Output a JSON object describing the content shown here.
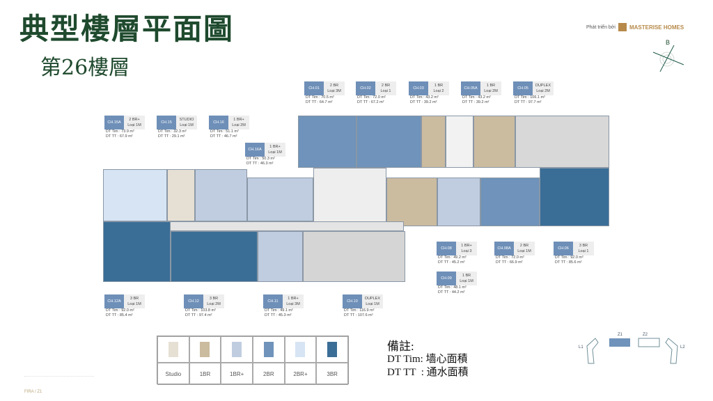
{
  "header": {
    "title": "典型樓層平面圖",
    "subtitle": "第26樓層",
    "developer_prefix": "Phát triển bởi",
    "developer": "MASTERISE HOMES",
    "compass_label": "B"
  },
  "units": [
    {
      "code": "CH.01",
      "type": "2 BR",
      "layout": "Loại 3M",
      "dt_tim": "DT Tim  : 70.5 m²",
      "dt_tt": "DT TT    : 64.7 m²"
    },
    {
      "code": "CH.02",
      "type": "2 BR",
      "layout": "Loại 1",
      "dt_tim": "DT Tim  : 72.0 m²",
      "dt_tt": "DT TT    : 67.2 m²"
    },
    {
      "code": "CH.03",
      "type": "1 BR",
      "layout": "Loại 2",
      "dt_tim": "DT Tim  : 43.2 m²",
      "dt_tt": "DT TT    : 39.2 m²"
    },
    {
      "code": "CH.05A",
      "type": "1 BR",
      "layout": "Loại 2M",
      "dt_tim": "DT Tim  : 43.2 m²",
      "dt_tt": "DT TT    : 39.2 m²"
    },
    {
      "code": "CH.05",
      "type": "DUPLEX",
      "layout": "Loại 2M",
      "dt_tim": "DT Tim  : 106.1 m²",
      "dt_tt": "DT TT    : 97.7 m²"
    },
    {
      "code": "CH.15A",
      "type": "2 BR+",
      "layout": "Loại 1M",
      "dt_tim": "DT Tim  : 73.9 m²",
      "dt_tt": "DT TT    : 67.9 m²"
    },
    {
      "code": "CH.15",
      "type": "STUDIO",
      "layout": "Loại 1M",
      "dt_tim": "DT Tim  : 32.3 m²",
      "dt_tt": "DT TT    : 29.1 m²"
    },
    {
      "code": "CH.16",
      "type": "1 BR+",
      "layout": "Loại 2M",
      "dt_tim": "DT Tim  : 51.1 m²",
      "dt_tt": "DT TT    : 46.7 m²"
    },
    {
      "code": "CH.16A",
      "type": "1 BR+",
      "layout": "Loại 1M",
      "dt_tim": "DT Tim  : 50.3 m²",
      "dt_tt": "DT TT    : 46.3 m²"
    },
    {
      "code": "CH.08",
      "type": "1 BR+",
      "layout": "Loại 3",
      "dt_tim": "DT Tim  : 49.2 m²",
      "dt_tt": "DT TT    : 45.2 m²"
    },
    {
      "code": "CH.08A",
      "type": "2 BR",
      "layout": "Loại 1M",
      "dt_tim": "DT Tim  : 72.0 m²",
      "dt_tt": "DT TT    : 66.9 m²"
    },
    {
      "code": "CH.06",
      "type": "3 BR",
      "layout": "Loại 1",
      "dt_tim": "DT Tim  : 92.0 m²",
      "dt_tt": "DT TT    : 85.6 m²"
    },
    {
      "code": "CH.09",
      "type": "1 BR",
      "layout": "Loại 1M",
      "dt_tim": "DT Tim  : 48.1 m²",
      "dt_tt": "DT TT    : 44.2 m²"
    },
    {
      "code": "CH.12A",
      "type": "3 BR",
      "layout": "Loại 1M",
      "dt_tim": "DT Tim  : 92.0 m²",
      "dt_tt": "DT TT    : 85.4 m²"
    },
    {
      "code": "CH.12",
      "type": "3 BR",
      "layout": "Loại 2M",
      "dt_tim": "DT Tim  : 103.8 m²",
      "dt_tt": "DT TT    : 97.4 m²"
    },
    {
      "code": "CH.11",
      "type": "1 BR+",
      "layout": "Loại 3M",
      "dt_tim": "DT Tim  : 49.1 m²",
      "dt_tt": "DT TT    : 45.3 m²"
    },
    {
      "code": "CH.10",
      "type": "DUPLEX",
      "layout": "Loại 1M",
      "dt_tim": "DT Tim  : 116.9 m²",
      "dt_tt": "DT TT    : 107.6 m²"
    }
  ],
  "legend": [
    {
      "label": "Studio",
      "color": "#e6e0d4"
    },
    {
      "label": "1BR",
      "color": "#cbbb9f"
    },
    {
      "label": "1BR+",
      "color": "#c0cde0"
    },
    {
      "label": "2BR",
      "color": "#6f93ba"
    },
    {
      "label": "2BR+",
      "color": "#d6e4f3"
    },
    {
      "label": "3BR",
      "color": "#3a6e96"
    }
  ],
  "notes": {
    "title": "備註:",
    "line1": "DT Tim: 墙心面積",
    "line2": "DT TT  : 通水面積"
  },
  "keyplan": {
    "z1": "Z1",
    "z2": "Z2",
    "l1": "L1",
    "l2": "L2"
  },
  "footer": "FIRA  /  Z1"
}
